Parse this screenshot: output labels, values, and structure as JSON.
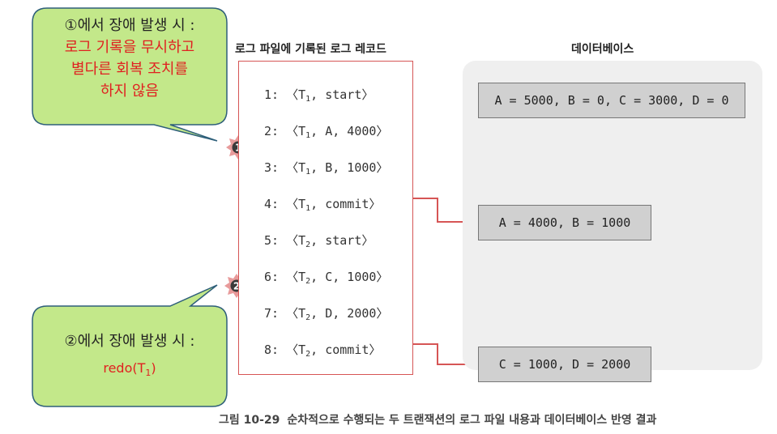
{
  "headings": {
    "log": "로그 파일에 기록된 로그 레코드",
    "db": "데이터베이스"
  },
  "log_records": [
    {
      "num": "1:",
      "t": "T",
      "sub": "1",
      "rest": ", start〉"
    },
    {
      "num": "2:",
      "t": "T",
      "sub": "1",
      "rest": ", A, 4000〉"
    },
    {
      "num": "3:",
      "t": "T",
      "sub": "1",
      "rest": ", B, 1000〉"
    },
    {
      "num": "4:",
      "t": "T",
      "sub": "1",
      "rest": ", commit〉"
    },
    {
      "num": "5:",
      "t": "T",
      "sub": "2",
      "rest": ", start〉"
    },
    {
      "num": "6:",
      "t": "T",
      "sub": "2",
      "rest": ", C, 1000〉"
    },
    {
      "num": "7:",
      "t": "T",
      "sub": "2",
      "rest": ", D, 2000〉"
    },
    {
      "num": "8:",
      "t": "T",
      "sub": "2",
      "rest": ", commit〉"
    }
  ],
  "db_states": [
    "A = 5000, B = 0, C = 3000, D = 0",
    "A = 4000, B = 1000",
    "C = 1000, D = 2000"
  ],
  "bubble1": {
    "line1": "①에서 장애 발생 시 :",
    "line2": "로그 기록을 무시하고",
    "line3": "별다른 회복 조치를",
    "line4": "하지 않음"
  },
  "bubble2": {
    "line1": "②에서 장애 발생 시 :",
    "line2_prefix": "redo(T",
    "line2_sub": "1",
    "line2_suffix": ")"
  },
  "markers": [
    "1",
    "2"
  ],
  "caption": {
    "label": "그림 10-29",
    "text": "순차적으로 수행되는 두 트랜잭션의 로그 파일 내용과 데이터베이스 반영 결과"
  },
  "colors": {
    "bubble_fill": "#c3e88a",
    "bubble_stroke": "#2e5f7a",
    "accent_red": "#e02020",
    "connector": "#d65555",
    "marker_fill": "#e89b9b",
    "marker_core": "#3a3a3a"
  }
}
